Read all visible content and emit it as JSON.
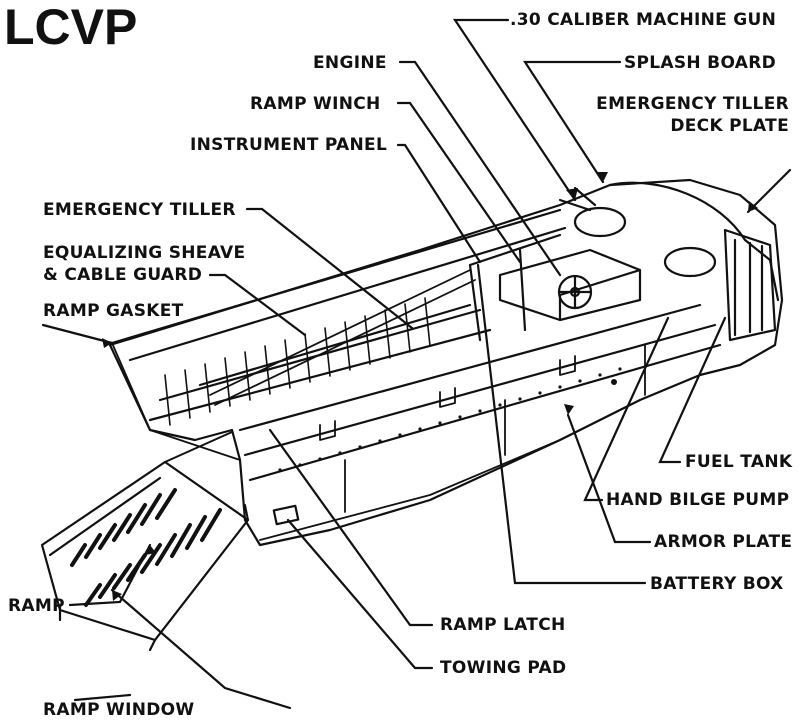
{
  "title": "LCVP",
  "labels": {
    "machine_gun": ".30 CALIBER MACHINE GUN",
    "engine": "ENGINE",
    "splash_board": "SPLASH  BOARD",
    "ramp_winch": "RAMP WINCH",
    "emergency_tiller_deck_plate_1": "EMERGENCY  TILLER",
    "emergency_tiller_deck_plate_2": "DECK  PLATE",
    "instrument_panel": "INSTRUMENT PANEL",
    "emergency_tiller": "EMERGENCY  TILLER",
    "equalizing_sheave_1": "EQUALIZING SHEAVE",
    "equalizing_sheave_2": "& CABLE GUARD",
    "ramp_gasket": "RAMP GASKET",
    "fuel_tank": "FUEL TANK",
    "hand_bilge_pump": "HAND BILGE PUMP",
    "armor_plate": "ARMOR PLATE",
    "battery_box": "BATTERY  BOX",
    "ramp": "RAMP",
    "ramp_latch": "RAMP  LATCH",
    "towing_pad": "TOWING PAD",
    "ramp_window": "RAMP WINDOW"
  },
  "colors": {
    "ink": "#111111",
    "paper": "#ffffff"
  }
}
